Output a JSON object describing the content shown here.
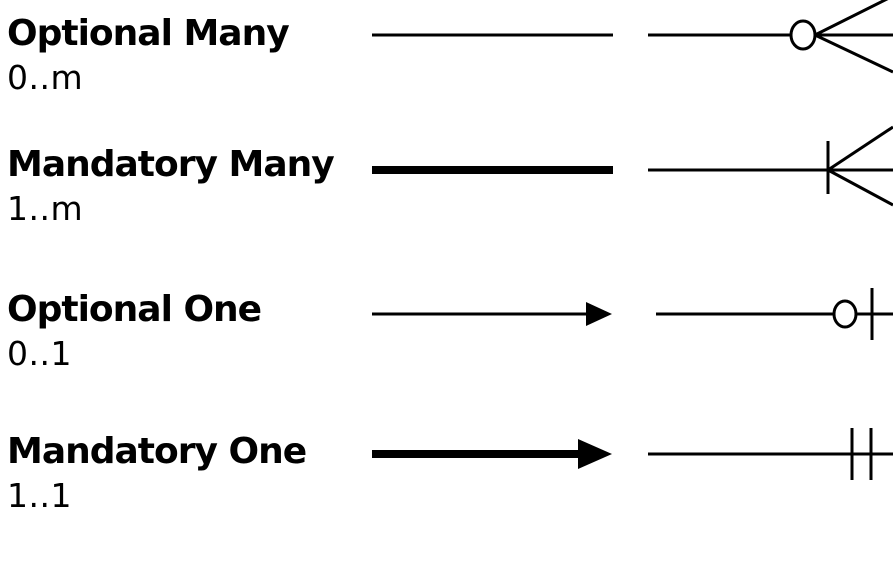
{
  "rows": [
    {
      "title": "Optional Many",
      "cardinality": "0..m"
    },
    {
      "title": "Mandatory Many",
      "cardinality": "1..m"
    },
    {
      "title": "Optional One",
      "cardinality": "0..1"
    },
    {
      "title": "Mandatory One",
      "cardinality": "1..1"
    }
  ],
  "colors": {
    "ink": "#000000",
    "background": "#ffffff"
  }
}
